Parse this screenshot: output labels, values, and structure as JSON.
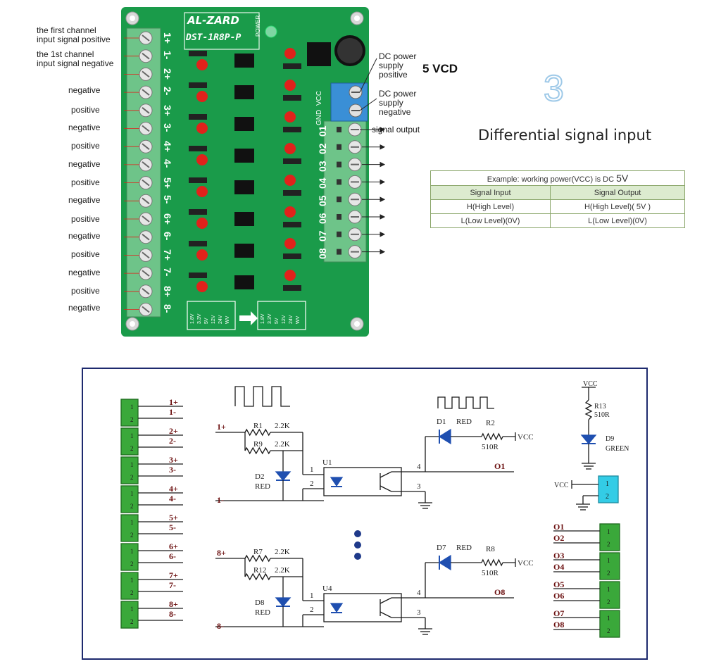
{
  "board": {
    "brand": "AL-ZARD",
    "model": "DST-1R8P-P",
    "power_label": "POWER",
    "left_terminals": [
      "1+",
      "1-",
      "2+",
      "2-",
      "3+",
      "3-",
      "4+",
      "4-",
      "5+",
      "5-",
      "6+",
      "6-",
      "7+",
      "7-",
      "8+",
      "8-"
    ],
    "right_terminals": [
      "01",
      "02",
      "03",
      "04",
      "05",
      "06",
      "07",
      "08"
    ],
    "power_terminals": [
      "VCC",
      "GND"
    ],
    "dip_left": [
      "1.8V",
      "3.3V",
      "5V",
      "12V",
      "24V",
      "WV"
    ],
    "dip_right": [
      "1.8V",
      "3.3V",
      "5V",
      "12V",
      "24V",
      "WV"
    ],
    "colors": {
      "pcb": "#1a9b4a",
      "terminal_green": "#6ec489",
      "terminal_blue": "#3a8fd6",
      "led_red": "#e0221b"
    }
  },
  "annotations": {
    "left": [
      "the first channel\ninput signal positive",
      "the 1st channel\ninput signal negative",
      "negative",
      "positive",
      "negative",
      "positive",
      "negative",
      "positive",
      "negative",
      "positive",
      "negative",
      "positive",
      "negative",
      "positive",
      "negative"
    ],
    "dc_positive": "DC power\nsupply\npositive",
    "dc_negative": "DC power\nsupply\nnegative",
    "signal_output": "signal output",
    "voltage_note": "5 VCD"
  },
  "panel": {
    "number": "3",
    "title": "Differential signal input",
    "table": {
      "example_prefix": "Example: working power(VCC) is DC ",
      "example_value": "5V",
      "col_input": "Signal Input",
      "col_output": "Signal Output",
      "rows": [
        [
          "H(High Level)",
          "H(High Level)( 5V )"
        ],
        [
          "L(Low Level)(0V)",
          "L(Low Level)(0V)"
        ]
      ]
    }
  },
  "schematic": {
    "input_connector_labels": [
      [
        "1+",
        "1-"
      ],
      [
        "2+",
        "2-"
      ],
      [
        "3+",
        "3-"
      ],
      [
        "4+",
        "4-"
      ],
      [
        "5+",
        "5-"
      ],
      [
        "6+",
        "6-"
      ],
      [
        "7+",
        "7-"
      ],
      [
        "8+",
        "8-"
      ]
    ],
    "pin_numbers": [
      "1",
      "2"
    ],
    "channel1": {
      "in_pos": "1+",
      "in_neg": "1-",
      "r1": "R1",
      "r1_val": "2.2K",
      "r9": "R9",
      "r9_val": "2.2K",
      "led": "D2",
      "led_color": "RED",
      "opto": "U1",
      "pin1": "1",
      "pin2": "2",
      "pin3": "3",
      "pin4": "4",
      "out": "O1",
      "d_out": "D1",
      "d_out_color": "RED",
      "r_out": "R2",
      "r_out_val": "510R",
      "vcc": "VCC"
    },
    "channel8": {
      "in_pos": "8+",
      "in_neg": "8-",
      "r1": "R7",
      "r1_val": "2.2K",
      "r9": "R12",
      "r9_val": "2.2K",
      "led": "D8",
      "led_color": "RED",
      "opto": "U4",
      "pin1": "1",
      "pin2": "2",
      "pin3": "3",
      "pin4": "4",
      "out": "O8",
      "d_out": "D7",
      "d_out_color": "RED",
      "r_out": "R8",
      "r_out_val": "510R",
      "vcc": "VCC"
    },
    "power_led": {
      "vcc": "VCC",
      "r": "R13",
      "r_val": "510R",
      "d": "D9",
      "d_color": "GREEN"
    },
    "power_conn": {
      "vcc": "VCC",
      "pins": [
        "1",
        "2"
      ]
    },
    "output_connector_labels": [
      [
        "O1",
        "O2"
      ],
      [
        "O3",
        "O4"
      ],
      [
        "O5",
        "O6"
      ],
      [
        "O7",
        "O8"
      ]
    ]
  }
}
